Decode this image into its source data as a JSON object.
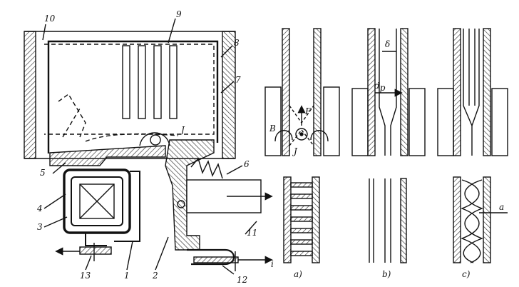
{
  "labels": {
    "n1": "1",
    "n2": "2",
    "n3": "3",
    "n4": "4",
    "n5": "5",
    "n6": "6",
    "n7": "7",
    "n8": "8",
    "n9": "9",
    "n10": "10",
    "n11": "11",
    "n12": "12",
    "n13": "13",
    "current_J": "J",
    "current_i": "i",
    "force_F": "F",
    "field_B": "B",
    "gap_delta": "δ",
    "dia_d": "d",
    "dia_sub": "p",
    "width_a": "a",
    "panel_a": "a)",
    "panel_b": "b)",
    "panel_c": "c)"
  },
  "colors": {
    "ink": "#111111",
    "hatch": "#333333",
    "paper": "#ffffff"
  }
}
